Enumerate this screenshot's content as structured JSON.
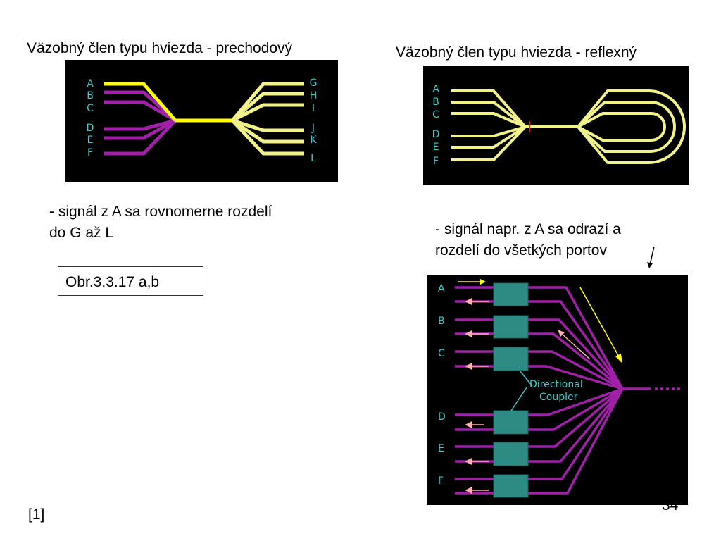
{
  "left": {
    "title": "Väzobný člen typu hviezda - prechodový",
    "note_line1": "- signál z A sa rovnomerne rozdelí",
    "note_line2": "do G až L",
    "ref_box": "Obr.3.3.17 a,b",
    "diagram": {
      "input_ports": [
        "A",
        "B",
        "C",
        "D",
        "E",
        "F"
      ],
      "output_ports": [
        "G",
        "H",
        "I",
        "J",
        "K",
        "L"
      ]
    }
  },
  "right": {
    "title": "Väzobný člen typu hviezda - reflexný",
    "note_line1": "- signál napr. z A sa odrazí a",
    "note_line2": "rozdelí do všetkých portov",
    "diagram": {
      "ports": [
        "A",
        "B",
        "C",
        "D",
        "E",
        "F"
      ]
    },
    "coupler_diagram": {
      "ports": [
        "A",
        "B",
        "C",
        "D",
        "E",
        "F"
      ],
      "coupler_label_line1": "Directional",
      "coupler_label_line2": "Coupler"
    }
  },
  "footer": {
    "citation": "[1]",
    "page_number": "34"
  },
  "colors": {
    "diagram_bg": "#000000",
    "fiber_yellow": "#f2f28a",
    "fiber_bright_yellow": "#ffff00",
    "fiber_purple": "#a020a8",
    "port_label": "#3ecbcb",
    "coupler_fill": "#2e8b84",
    "arrow_pink": "#ffb0b0"
  }
}
